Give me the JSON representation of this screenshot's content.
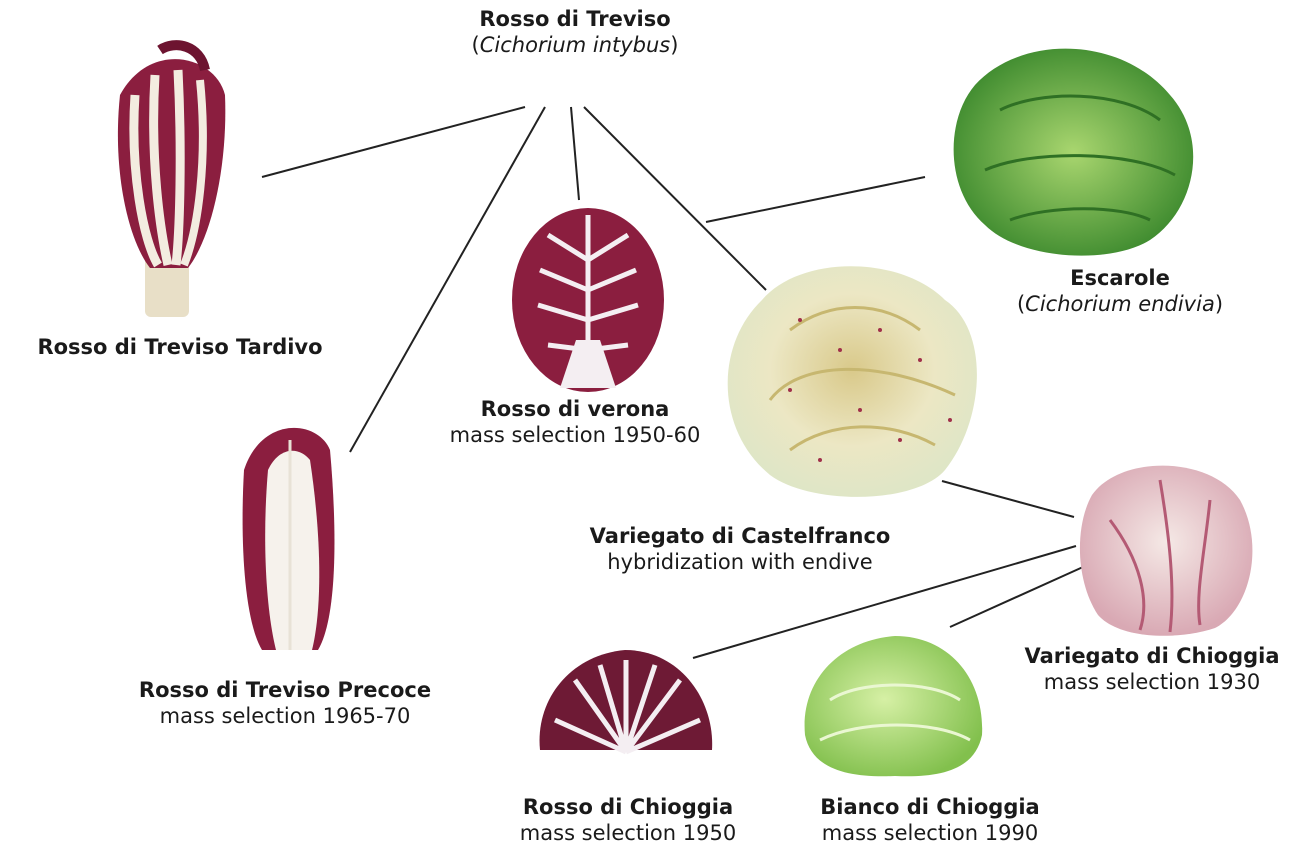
{
  "root": {
    "name": "Rosso di Treviso",
    "scientific": "Cichorium intybus"
  },
  "escarole": {
    "name": "Escarole",
    "scientific": "Cichorium endivia"
  },
  "varieties": {
    "tardivo": {
      "name": "Rosso di Treviso Tardivo"
    },
    "precoce": {
      "name": "Rosso di Treviso Precoce",
      "note": "mass selection 1965-70"
    },
    "verona": {
      "name": "Rosso di verona",
      "note": "mass selection 1950-60"
    },
    "castelfranco": {
      "name": "Variegato di Castelfranco",
      "note": "hybridization with endive"
    },
    "variegato_chioggia": {
      "name": "Variegato di Chioggia",
      "note": "mass selection 1930"
    },
    "rosso_chioggia": {
      "name": "Rosso di Chioggia",
      "note": "mass selection 1950"
    },
    "bianco_chioggia": {
      "name": "Bianco di Chioggia",
      "note": "mass selection 1990"
    }
  },
  "colors": {
    "red_leaf": "#8b1e3f",
    "white_rib": "#f4efe6",
    "green_leaf": "#4e9a3a",
    "light_green": "#b7e07a",
    "line": "#222222"
  }
}
